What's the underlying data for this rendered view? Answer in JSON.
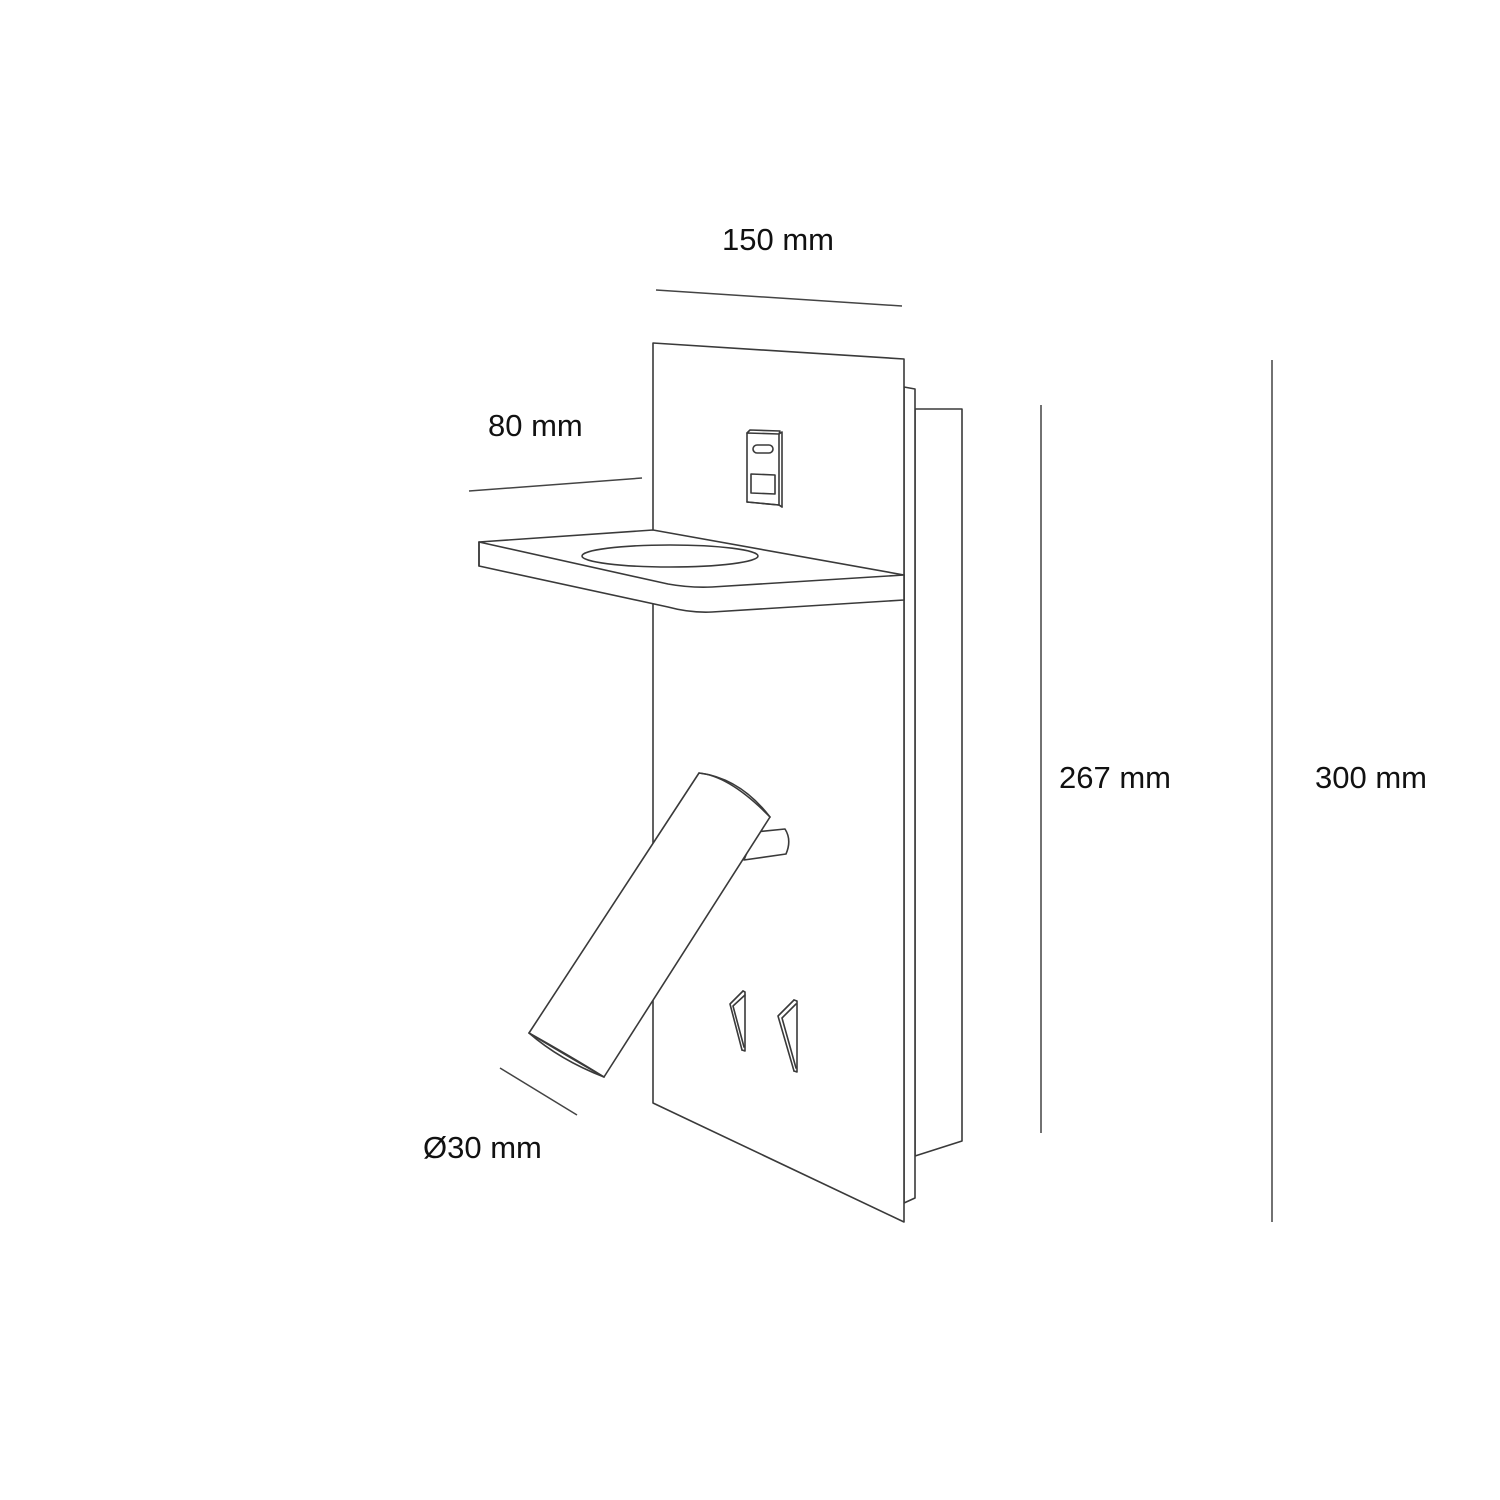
{
  "diagram": {
    "subject": "wall-mounted reading light with shelf and USB charger",
    "colors": {
      "line": "#3a3a3a",
      "background": "#ffffff",
      "text": "#111111"
    },
    "dimensions": {
      "width": {
        "label": "150 mm"
      },
      "depth": {
        "label": "80 mm"
      },
      "spot_diameter": {
        "label": "Ø30 mm"
      },
      "inner_height": {
        "label": "267 mm"
      },
      "total_height": {
        "label": "300 mm"
      }
    },
    "components": [
      "front-plate",
      "recessed-box",
      "shelf",
      "usb-charger",
      "spotlight-arm",
      "toggle-switches"
    ]
  }
}
